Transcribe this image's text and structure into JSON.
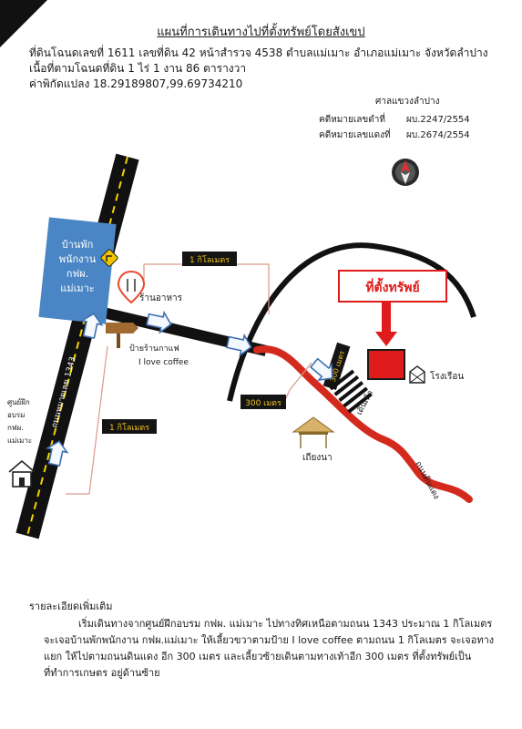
{
  "header": {
    "title": "แผนที่การเดินทางไปที่ตั้งทรัพย์โดยสังเขป",
    "line1": "ที่ดินโฉนดเลขที่  1611 เลขที่ดิน 42 หน้าสำรวจ 4538 ตำบลแม่เมาะ  อำเภอแม่เมาะ  จังหวัดลำปาง",
    "line2": "เนื้อที่ตามโฉนดที่ดิน 1 ไร่  1 งาน  86 ตารางวา",
    "line3": "ค่าพิกัดแปลง 18.29189807,99.69734210"
  },
  "court": {
    "name": "ศาลแขวงลำปาง",
    "black_case_label": "คดีหมายเลขดำที่",
    "black_case_no": "ผบ.2247/2554",
    "red_case_label": "คดีหมายเลขแดงที่",
    "red_case_no": "ผบ.2674/2554"
  },
  "map": {
    "building_label_1": "บ้านพัก",
    "building_label_2": "พนักงาน",
    "building_label_3": "กฟผ.",
    "building_label_4": "แม่เมาะ",
    "highway_label": "ถนนหมายเลข 1343",
    "distance_1km_top": "1 กิโลเมตร",
    "distance_1km_left": "1 กิโลเมตร",
    "distance_300m_a": "300 เมตร",
    "distance_300m_b": "300 เมตร",
    "restaurant_label": "ร้านอาหาร",
    "coffee_sign_label": "ป้ายร้านกาแฟ",
    "coffee_name": "I love coffee",
    "property_label": "ที่ตั้งทรัพย์",
    "barn_label": "โรงเรือน",
    "footpath_label": "เดินเท้า",
    "hut_label": "เถียงนา",
    "dirt_road_label": "ถนนดินแดง",
    "training_center_1": "ศูนย์ฝึก",
    "training_center_2": "อบรม",
    "training_center_3": "กฟผ.",
    "training_center_4": "แม่เมาะ",
    "colors": {
      "road": "#111111",
      "centerline": "#f2d400",
      "dirt_road": "#d42a1e",
      "building": "#4a86c5",
      "property": "#e01b1b",
      "distance_tag": "#141414",
      "distance_text": "#f0c020",
      "bracket": "#d99a8a"
    }
  },
  "details": {
    "title": "รายละเอียดเพิ่มเติม",
    "body": "เริ่มเดินทางจากศูนย์ฝึกอบรม กฟผ. แม่เมาะ ไปทางทิศเหนือตามถนน 1343 ประมาณ 1  กิโลเมตร จะเจอบ้านพักพนักงาน กฟผ.แม่เมาะ ให้เลี้ยวขวาตามป้าย I love coffee ตามถนน 1 กิโลเมตร จะเจอทางแยก ให้ไปตามถนนดินแดง อีก 300 เมตร และเลี้ยวซ้ายเดินตามทางเท้าอีก 300 เมตร ที่ตั้งทรัพย์เป็นที่ทำการเกษตร อยู่ด้านซ้าย"
  }
}
